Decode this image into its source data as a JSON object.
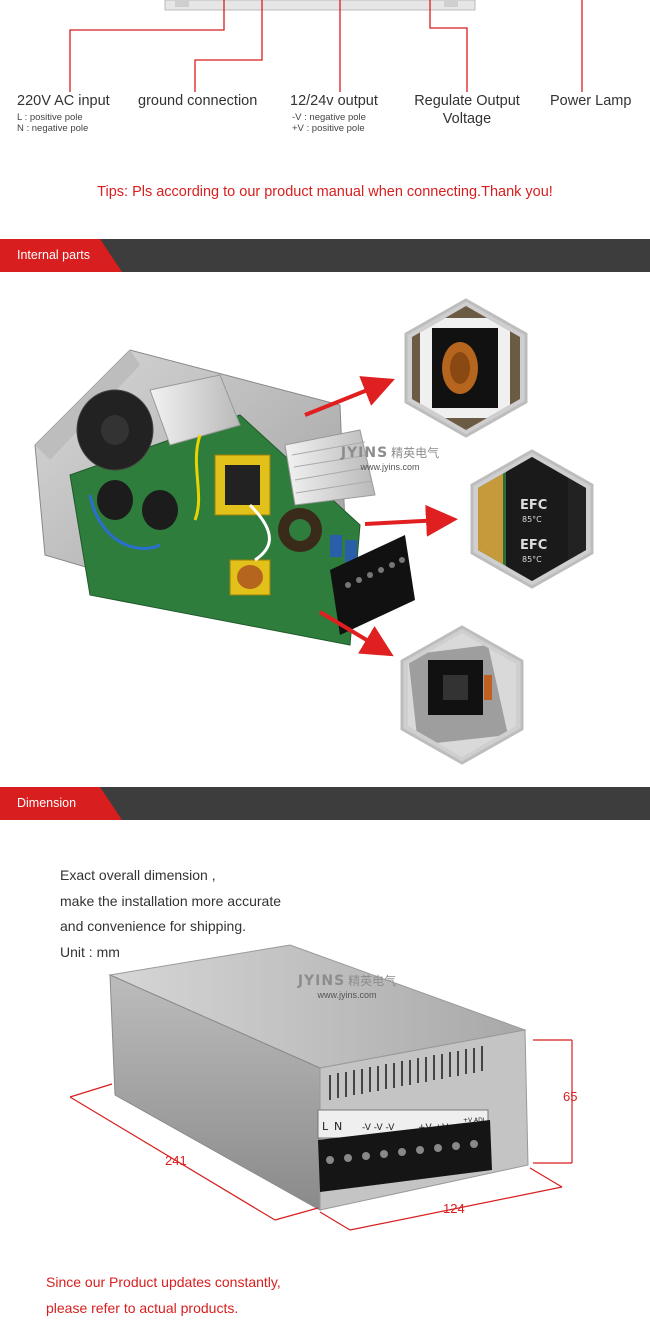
{
  "connections": {
    "ac_input": {
      "label": "220V AC input",
      "sub1": "L : positive pole",
      "sub2": "N : negative pole"
    },
    "ground": {
      "label": "ground connection"
    },
    "output": {
      "label": "12/24v output",
      "sub1": "-V : negative pole",
      "sub2": "+V : positive pole"
    },
    "regulate": {
      "label1": "Regulate Output",
      "label2": "Voltage"
    },
    "lamp": {
      "label": "Power Lamp"
    }
  },
  "tips": "Tips: Pls according to our product manual when connecting.Thank you!",
  "sections": {
    "internal": "Internal parts",
    "dimension": "Dimension"
  },
  "brand": {
    "name": "JYINS",
    "cn": "精英电气",
    "url": "www.jyins.com"
  },
  "dimension_text": {
    "line1": "Exact overall dimension ,",
    "line2": "make the installation more accurate",
    "line3": "and convenience for shipping.",
    "line4": "Unit : mm"
  },
  "dimensions": {
    "length": "241",
    "width": "124",
    "height": "65"
  },
  "terminal_labels": {
    "l": "L",
    "n": "N",
    "minus": "-V -V -V",
    "plus": "+V +V +V",
    "adj": "+V ADJ"
  },
  "capacitor_text": {
    "brand": "EFC",
    "temp": "85°C"
  },
  "footer": {
    "line1": "Since our Product updates constantly,",
    "line2": "please refer to actual products."
  },
  "colors": {
    "accent": "#d81e1e",
    "bar": "#3d3d3d"
  }
}
